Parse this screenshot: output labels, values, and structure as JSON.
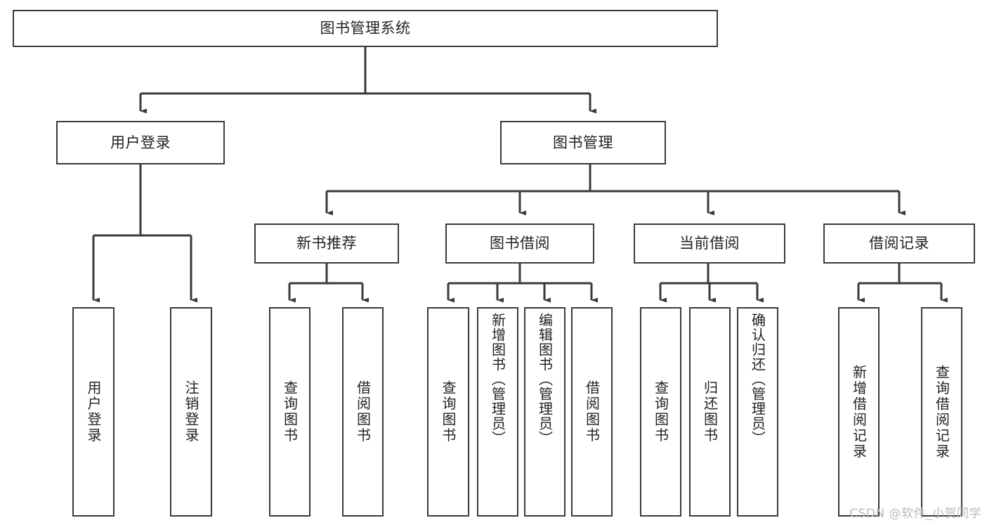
{
  "diagram": {
    "title": "图书管理系统",
    "type": "tree-hierarchy",
    "watermark": "CSDN @软件_小贺同学",
    "colors": {
      "background": "#ffffff",
      "box_border": "#3a3a3a",
      "box_fill": "#ffffff",
      "connector": "#3a3a3a",
      "text": "#222222",
      "watermark": "#b9b9b9"
    },
    "nodes": {
      "root": {
        "label": "图书管理系统"
      },
      "level2": [
        {
          "id": "user-login",
          "label": "用户登录"
        },
        {
          "id": "book-manage",
          "label": "图书管理"
        }
      ],
      "level3": [
        {
          "id": "new-book-recommend",
          "label": "新书推荐"
        },
        {
          "id": "book-borrow",
          "label": "图书借阅"
        },
        {
          "id": "current-borrow",
          "label": "当前借阅"
        },
        {
          "id": "borrow-record",
          "label": "借阅记录"
        }
      ],
      "leaves": {
        "user_login": [
          {
            "id": "leaf-user-login",
            "label": "用户登录"
          },
          {
            "id": "leaf-logout-login",
            "label": "注销登录"
          }
        ],
        "new_book_recommend": [
          {
            "id": "leaf-query-book-1",
            "label": "查询图书"
          },
          {
            "id": "leaf-borrow-book-1",
            "label": "借阅图书"
          }
        ],
        "book_borrow": [
          {
            "id": "leaf-query-book-2",
            "label": "查询图书"
          },
          {
            "id": "leaf-add-book",
            "label": "新增图书（管理员）"
          },
          {
            "id": "leaf-edit-book",
            "label": "编辑图书（管理员）"
          },
          {
            "id": "leaf-borrow-book-2",
            "label": "借阅图书"
          }
        ],
        "current_borrow": [
          {
            "id": "leaf-query-book-3",
            "label": "查询图书"
          },
          {
            "id": "leaf-return-book",
            "label": "归还图书"
          },
          {
            "id": "leaf-confirm-return",
            "label": "确认归还（管理员）"
          }
        ],
        "borrow_record": [
          {
            "id": "leaf-add-record",
            "label": "新增借阅记录"
          },
          {
            "id": "leaf-query-record",
            "label": "查询借阅记录"
          }
        ]
      }
    }
  }
}
